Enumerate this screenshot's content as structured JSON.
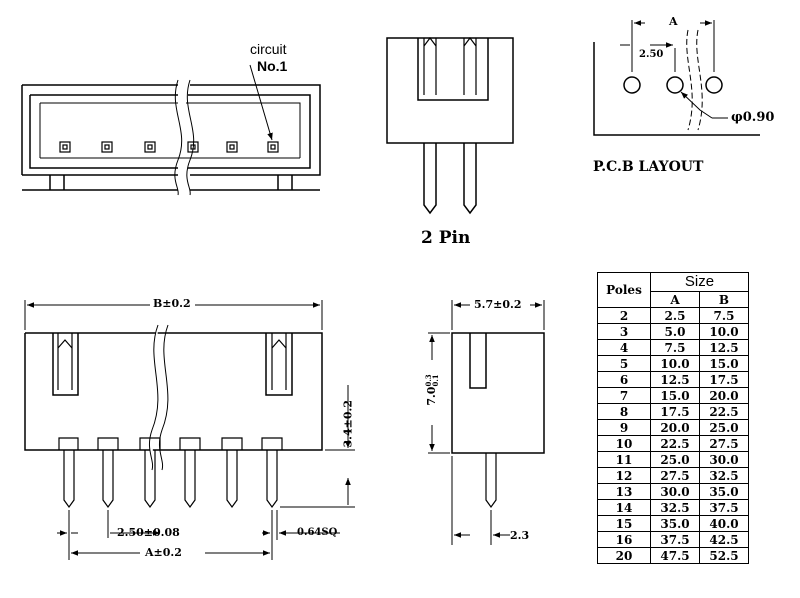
{
  "labels": {
    "circuit_line1": "circuit",
    "circuit_line2": "No.1",
    "two_pin": "2 Pin",
    "pcb_layout": "P.C.B LAYOUT",
    "pcb_A": "A",
    "pcb_pitch": "2.50",
    "pcb_hole": "φ0.90",
    "dim_B": "B±0.2",
    "dim_A": "A±0.2",
    "dim_pitch": "2.50±0.08",
    "dim_pin_sq": "0.64SQ",
    "dim_height_pin": "3.4±0.2",
    "dim_width_side": "5.7±0.2",
    "dim_height_body": "7.0",
    "dim_height_tol_plus": "0.3",
    "dim_height_tol_minus": "0.1",
    "dim_pin_offset": "2.3"
  },
  "table": {
    "header_poles": "Poles",
    "header_size": "Size",
    "header_a": "A",
    "header_b": "B",
    "rows": [
      {
        "poles": "2",
        "a": "2.5",
        "b": "7.5"
      },
      {
        "poles": "3",
        "a": "5.0",
        "b": "10.0"
      },
      {
        "poles": "4",
        "a": "7.5",
        "b": "12.5"
      },
      {
        "poles": "5",
        "a": "10.0",
        "b": "15.0"
      },
      {
        "poles": "6",
        "a": "12.5",
        "b": "17.5"
      },
      {
        "poles": "7",
        "a": "15.0",
        "b": "20.0"
      },
      {
        "poles": "8",
        "a": "17.5",
        "b": "22.5"
      },
      {
        "poles": "9",
        "a": "20.0",
        "b": "25.0"
      },
      {
        "poles": "10",
        "a": "22.5",
        "b": "27.5"
      },
      {
        "poles": "11",
        "a": "25.0",
        "b": "30.0"
      },
      {
        "poles": "12",
        "a": "27.5",
        "b": "32.5"
      },
      {
        "poles": "13",
        "a": "30.0",
        "b": "35.0"
      },
      {
        "poles": "14",
        "a": "32.5",
        "b": "37.5"
      },
      {
        "poles": "15",
        "a": "35.0",
        "b": "40.0"
      },
      {
        "poles": "16",
        "a": "37.5",
        "b": "42.5"
      },
      {
        "poles": "20",
        "a": "47.5",
        "b": "52.5"
      }
    ]
  }
}
